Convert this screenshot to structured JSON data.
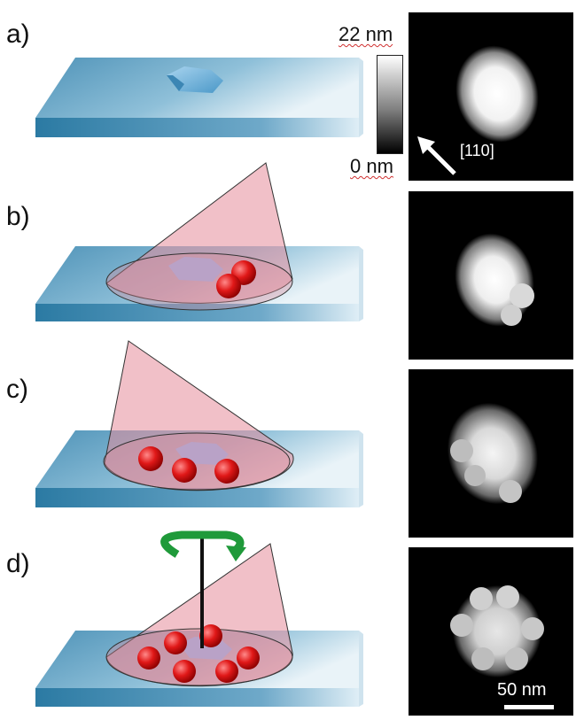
{
  "panels": [
    {
      "label": "a)",
      "arms": 0
    },
    {
      "label": "b)",
      "arms": 2
    },
    {
      "label": "c)",
      "arms": 3
    },
    {
      "label": "d)",
      "arms": 6
    }
  ],
  "colorbar": {
    "max_label": "22 nm",
    "min_label": "0 nm"
  },
  "direction_label": "[110]",
  "scale_label": "50 nm",
  "colors": {
    "substrate_top": "#5ea3c5",
    "substrate_front": "#2f7fa8",
    "particle": "#8bbfe0",
    "cone": "#e68c9a",
    "sphere": "#e01818",
    "rotation_arrow": "#1f9a3a"
  }
}
